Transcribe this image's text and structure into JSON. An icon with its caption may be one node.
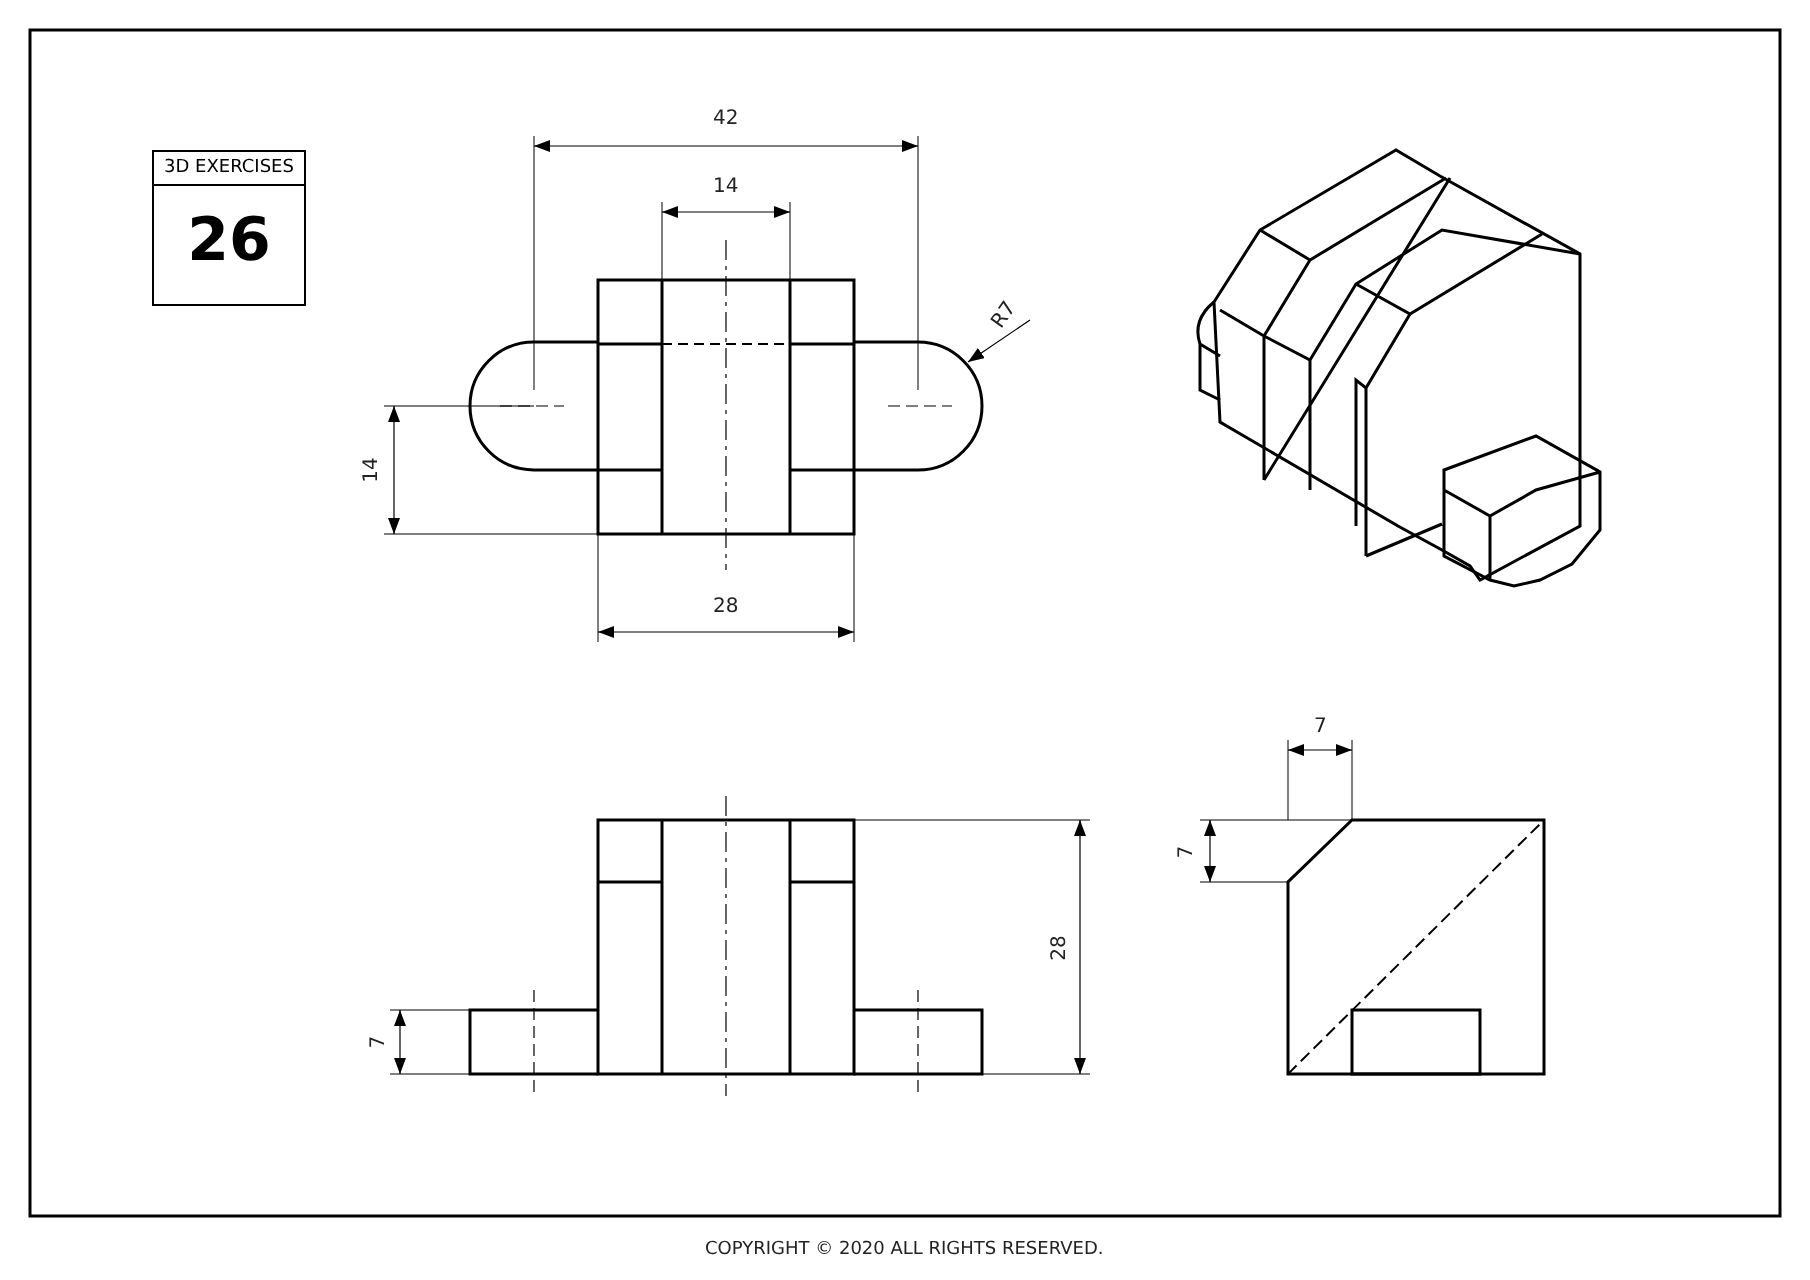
{
  "diagram": {
    "nodes": [
      {
        "text": [
          "3D EXERCISES",
          "26"
        ]
      }
    ],
    "labels": [
      "42",
      "14",
      "R7",
      "14",
      "28",
      "7",
      "7",
      "28",
      "7",
      "COPYRIGHT © 2020 ALL RIGHTS RESERVED."
    ]
  }
}
